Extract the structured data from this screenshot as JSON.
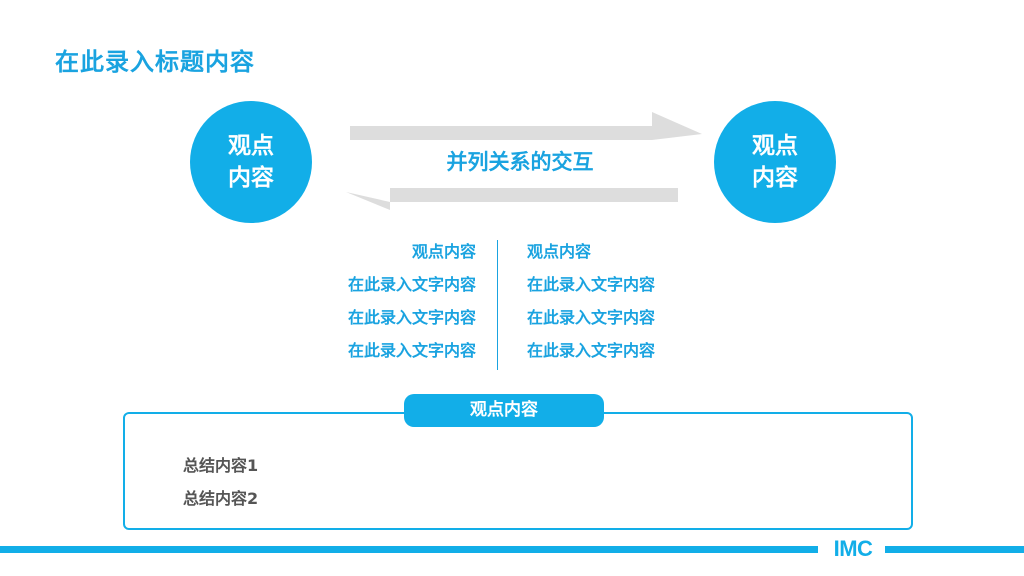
{
  "slide": {
    "title": "在此录入标题内容"
  },
  "left_circle": {
    "line1": "观点",
    "line2": "内容"
  },
  "right_circle": {
    "line1": "观点",
    "line2": "内容"
  },
  "relation": {
    "label": "并列关系的交互"
  },
  "left_column": {
    "heading": "观点内容",
    "items": [
      "在此录入文字内容",
      "在此录入文字内容",
      "在此录入文字内容"
    ]
  },
  "right_column": {
    "heading": "观点内容",
    "items": [
      "在此录入文字内容",
      "在此录入文字内容",
      "在此录入文字内容"
    ]
  },
  "summary": {
    "tag": "观点内容",
    "lines": [
      "总结内容1",
      "总结内容2"
    ]
  },
  "footer": {
    "logo": "IMC"
  },
  "colors": {
    "accent": "#12aee8",
    "title": "#1aa3e0",
    "arrow": "#dddddd",
    "summary_text": "#555555"
  }
}
